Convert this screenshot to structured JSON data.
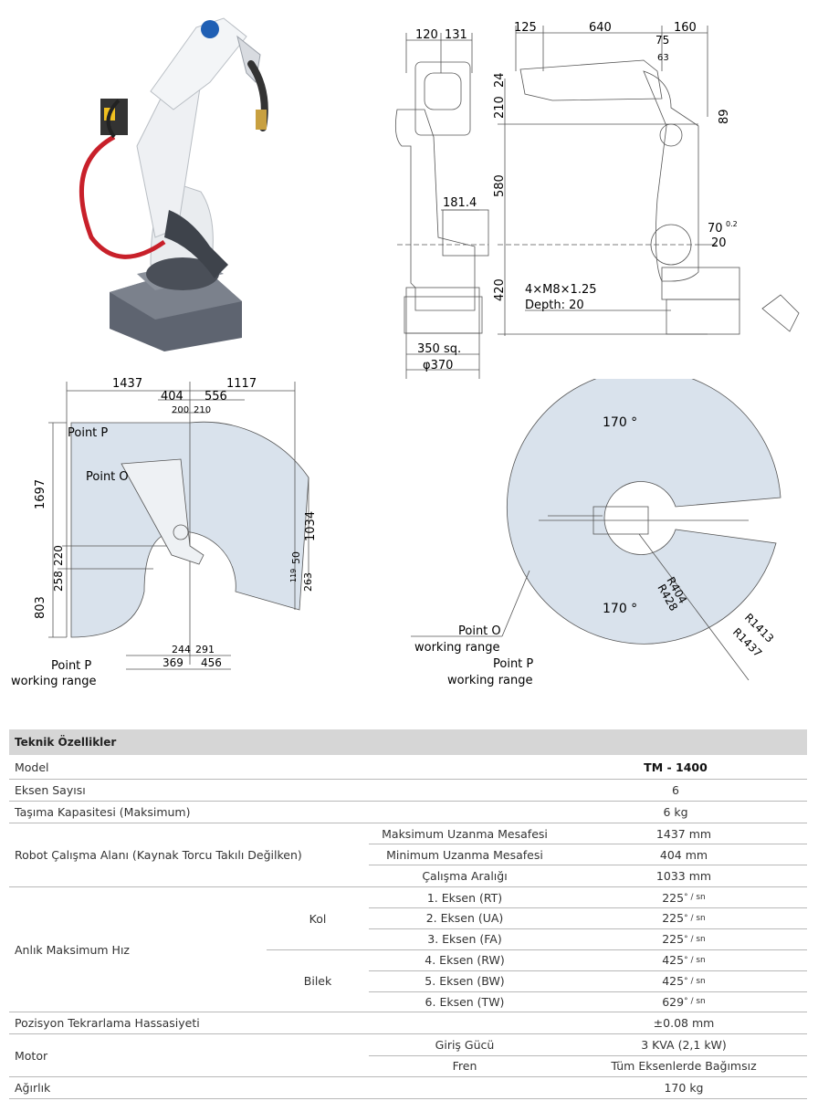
{
  "drawings": {
    "side": {
      "dims_top": [
        "120",
        "131"
      ],
      "dim_181": "181.4",
      "dim_350": "350 sq.",
      "dim_370": "φ370"
    },
    "arm": {
      "dims_top": [
        "125",
        "640",
        "160"
      ],
      "dims_small": [
        "75",
        "63"
      ],
      "dims_vertical": [
        "24",
        "210",
        "580",
        "420"
      ],
      "dim_89": "89",
      "dim_70": "70",
      "dim_70_tol": "0.2",
      "dim_20": "20",
      "note_1": "4×M8×1.25",
      "note_2": "Depth: 20"
    },
    "range_side": {
      "dims_top": [
        "1437",
        "1117"
      ],
      "dims_mid": [
        "404",
        "556"
      ],
      "dims_small": [
        "200",
        "210"
      ],
      "dims_left": [
        "1697",
        "220",
        "258",
        "803"
      ],
      "dims_right": [
        "1034",
        "50",
        "119",
        "263"
      ],
      "dims_bottom": [
        "244",
        "291",
        "369",
        "456"
      ],
      "label_point_p": "Point P",
      "label_point_o": "Point O",
      "caption_1": "Point P",
      "caption_2": "working range"
    },
    "range_top": {
      "angle_top": "170 °",
      "angle_bottom": "170 °",
      "radii": [
        "R404",
        "R428",
        "R1413",
        "R1437"
      ],
      "label_o_1": "Point O",
      "label_o_2": "working range",
      "label_p_1": "Point P",
      "label_p_2": "working range"
    }
  },
  "spec": {
    "title": "Teknik Özellikler",
    "model_label": "Model",
    "model_value": "TM - 1400",
    "axes_label": "Eksen Sayısı",
    "axes_value": "6",
    "payload_label": "Taşıma Kapasitesi (Maksimum)",
    "payload_value": "6 kg",
    "area_label": "Robot Çalışma Alanı (Kaynak Torcu Takılı Değilken)",
    "area_rows": [
      {
        "label": "Maksimum Uzanma Mesafesi",
        "value": "1437 mm"
      },
      {
        "label": "Minimum Uzanma Mesafesi",
        "value": "404 mm"
      },
      {
        "label": "Çalışma Aralığı",
        "value": "1033 mm"
      }
    ],
    "speed_label": "Anlık Maksimum Hız",
    "speed_group_arm": "Kol",
    "speed_group_wrist": "Bilek",
    "speed_unit": "° / sn",
    "speed_rows": [
      {
        "label": "1. Eksen (RT)",
        "value": "225"
      },
      {
        "label": "2. Eksen (UA)",
        "value": "225"
      },
      {
        "label": "3. Eksen (FA)",
        "value": "225"
      },
      {
        "label": "4. Eksen (RW)",
        "value": "425"
      },
      {
        "label": "5. Eksen (BW)",
        "value": "425"
      },
      {
        "label": "6. Eksen (TW)",
        "value": "629"
      }
    ],
    "repeat_label": "Pozisyon Tekrarlama Hassasiyeti",
    "repeat_value": "±0.08 mm",
    "motor_label": "Motor",
    "motor_rows": [
      {
        "label": "Giriş Gücü",
        "value": "3 KVA (2,1 kW)"
      },
      {
        "label": "Fren",
        "value": "Tüm Eksenlerde Bağımsız"
      }
    ],
    "weight_label": "Ağırlık",
    "weight_value": "170 kg"
  }
}
